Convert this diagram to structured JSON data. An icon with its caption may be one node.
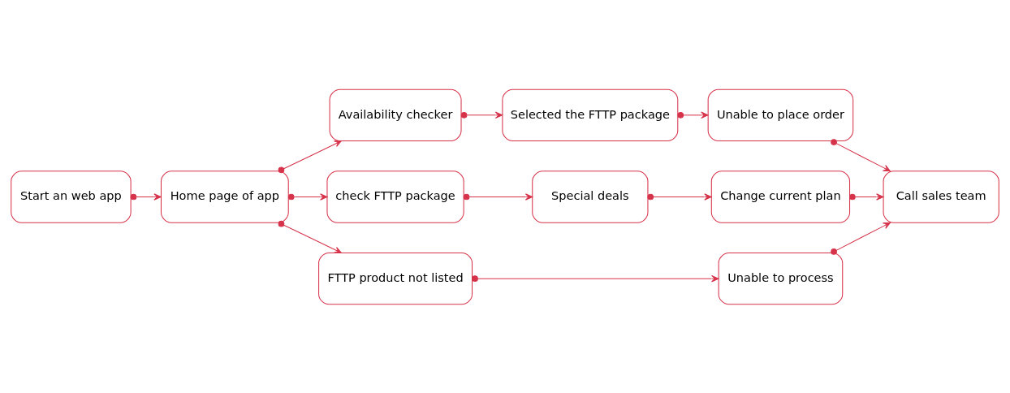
{
  "diagram": {
    "nodes": [
      {
        "text": [
          "Start an web app"
        ]
      },
      {
        "text": [
          "Home page of app"
        ]
      },
      {
        "text": [
          "Availability checker"
        ]
      },
      {
        "text": [
          "Selected the FTTP package"
        ]
      },
      {
        "text": [
          "Unable to place order"
        ]
      },
      {
        "text": [
          "check FTTP package"
        ]
      },
      {
        "text": [
          "Special deals"
        ]
      },
      {
        "text": [
          "Change current plan"
        ]
      },
      {
        "text": [
          "Call sales team"
        ]
      },
      {
        "text": [
          "FTTP product not listed"
        ]
      },
      {
        "text": [
          "Unable to process"
        ]
      }
    ],
    "edges": [
      {
        "from": 0,
        "to": 1,
        "arrow": "to"
      },
      {
        "from": 1,
        "to": 2,
        "arrow": "to"
      },
      {
        "from": 2,
        "to": 3,
        "arrow": "to"
      },
      {
        "from": 3,
        "to": 4,
        "arrow": "to"
      },
      {
        "from": 4,
        "to": 8,
        "arrow": "to"
      },
      {
        "from": 1,
        "to": 5,
        "arrow": "to"
      },
      {
        "from": 5,
        "to": 6,
        "arrow": "to"
      },
      {
        "from": 6,
        "to": 7,
        "arrow": "to"
      },
      {
        "from": 7,
        "to": 8,
        "arrow": "to"
      },
      {
        "from": 1,
        "to": 9,
        "arrow": "to"
      },
      {
        "from": 9,
        "to": 10,
        "arrow": "to"
      },
      {
        "from": 10,
        "to": 8,
        "arrow": "to"
      }
    ]
  }
}
